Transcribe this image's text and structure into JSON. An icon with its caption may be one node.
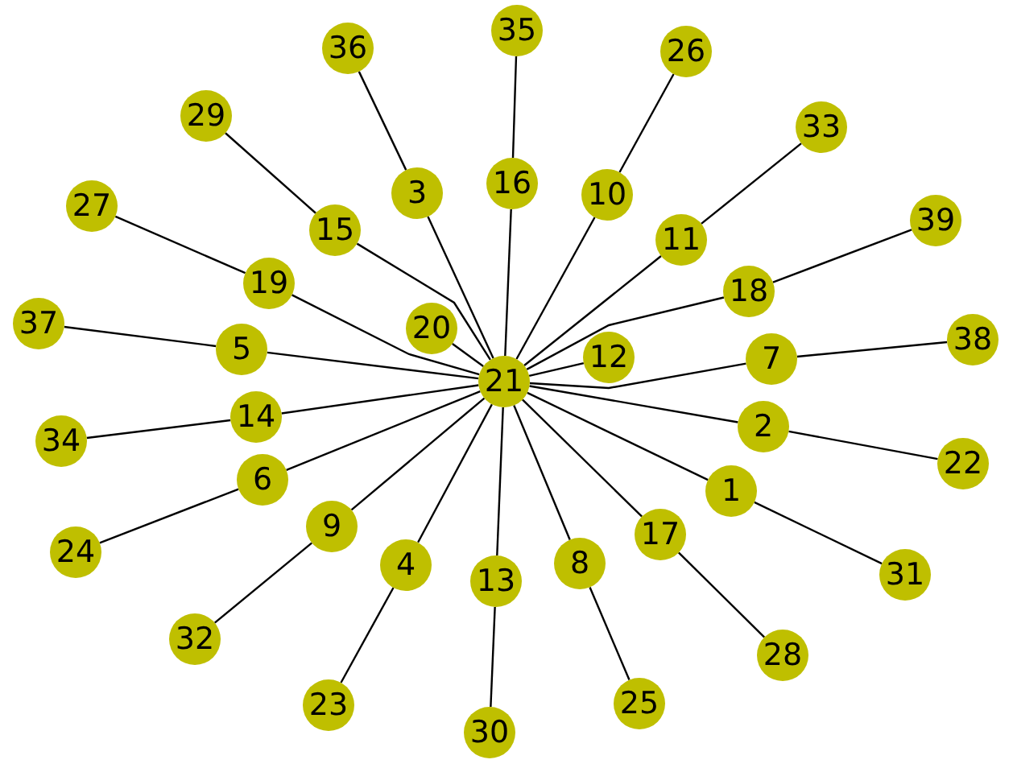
{
  "diagram": {
    "nodes": [
      {
        "text": [
          "35"
        ]
      },
      {
        "text": [
          "36"
        ]
      },
      {
        "text": [
          "26"
        ]
      },
      {
        "text": [
          "29"
        ]
      },
      {
        "text": [
          "33"
        ]
      },
      {
        "text": [
          "16"
        ]
      },
      {
        "text": [
          "3"
        ]
      },
      {
        "text": [
          "10"
        ]
      },
      {
        "text": [
          "27"
        ]
      },
      {
        "text": [
          "39"
        ]
      },
      {
        "text": [
          "15"
        ]
      },
      {
        "text": [
          "11"
        ]
      },
      {
        "text": [
          "19"
        ]
      },
      {
        "text": [
          "18"
        ]
      },
      {
        "text": [
          "37"
        ]
      },
      {
        "text": [
          "20"
        ]
      },
      {
        "text": [
          "38"
        ]
      },
      {
        "text": [
          "5"
        ]
      },
      {
        "text": [
          "7"
        ]
      },
      {
        "text": [
          "12"
        ]
      },
      {
        "text": [
          "21"
        ]
      },
      {
        "text": [
          "14"
        ]
      },
      {
        "text": [
          "2"
        ]
      },
      {
        "text": [
          "34"
        ]
      },
      {
        "text": [
          "22"
        ]
      },
      {
        "text": [
          "6"
        ]
      },
      {
        "text": [
          "1"
        ]
      },
      {
        "text": [
          "9"
        ]
      },
      {
        "text": [
          "17"
        ]
      },
      {
        "text": [
          "24"
        ]
      },
      {
        "text": [
          "4"
        ]
      },
      {
        "text": [
          "8"
        ]
      },
      {
        "text": [
          "31"
        ]
      },
      {
        "text": [
          "13"
        ]
      },
      {
        "text": [
          "32"
        ]
      },
      {
        "text": [
          "28"
        ]
      },
      {
        "text": [
          "23"
        ]
      },
      {
        "text": [
          "25"
        ]
      },
      {
        "text": [
          "30"
        ]
      }
    ],
    "edges": [
      {
        "from": 20,
        "to": 6,
        "arrow": "none"
      },
      {
        "from": 20,
        "to": 5,
        "arrow": "none"
      },
      {
        "from": 20,
        "to": 7,
        "arrow": "none"
      },
      {
        "from": 20,
        "to": 11,
        "arrow": "none"
      },
      {
        "from": 20,
        "to": 13,
        "arrow": "none"
      },
      {
        "from": 20,
        "to": 19,
        "arrow": "none"
      },
      {
        "from": 20,
        "to": 18,
        "arrow": "none"
      },
      {
        "from": 20,
        "to": 22,
        "arrow": "none"
      },
      {
        "from": 20,
        "to": 26,
        "arrow": "none"
      },
      {
        "from": 20,
        "to": 28,
        "arrow": "none"
      },
      {
        "from": 20,
        "to": 31,
        "arrow": "none"
      },
      {
        "from": 20,
        "to": 33,
        "arrow": "none"
      },
      {
        "from": 20,
        "to": 30,
        "arrow": "none"
      },
      {
        "from": 20,
        "to": 27,
        "arrow": "none"
      },
      {
        "from": 20,
        "to": 25,
        "arrow": "none"
      },
      {
        "from": 20,
        "to": 21,
        "arrow": "none"
      },
      {
        "from": 20,
        "to": 17,
        "arrow": "none"
      },
      {
        "from": 20,
        "to": 12,
        "arrow": "none"
      },
      {
        "from": 20,
        "to": 10,
        "arrow": "none"
      },
      {
        "from": 20,
        "to": 15,
        "arrow": "none"
      },
      {
        "from": 6,
        "to": 1,
        "arrow": "none"
      },
      {
        "from": 5,
        "to": 0,
        "arrow": "none"
      },
      {
        "from": 7,
        "to": 2,
        "arrow": "none"
      },
      {
        "from": 11,
        "to": 4,
        "arrow": "none"
      },
      {
        "from": 13,
        "to": 9,
        "arrow": "none"
      },
      {
        "from": 18,
        "to": 16,
        "arrow": "none"
      },
      {
        "from": 22,
        "to": 24,
        "arrow": "none"
      },
      {
        "from": 26,
        "to": 32,
        "arrow": "none"
      },
      {
        "from": 28,
        "to": 35,
        "arrow": "none"
      },
      {
        "from": 31,
        "to": 37,
        "arrow": "none"
      },
      {
        "from": 33,
        "to": 38,
        "arrow": "none"
      },
      {
        "from": 30,
        "to": 36,
        "arrow": "none"
      },
      {
        "from": 27,
        "to": 34,
        "arrow": "none"
      },
      {
        "from": 25,
        "to": 29,
        "arrow": "none"
      },
      {
        "from": 21,
        "to": 23,
        "arrow": "none"
      },
      {
        "from": 17,
        "to": 14,
        "arrow": "none"
      },
      {
        "from": 12,
        "to": 8,
        "arrow": "none"
      },
      {
        "from": 10,
        "to": 3,
        "arrow": "none"
      }
    ]
  }
}
